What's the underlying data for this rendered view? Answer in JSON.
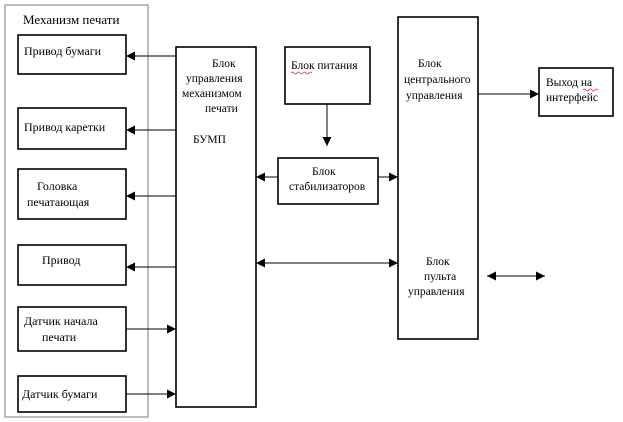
{
  "mechanism": {
    "title": "Механизм  печати",
    "items": [
      {
        "id": "paper_drive",
        "lines": [
          "Привод  бумаги"
        ]
      },
      {
        "id": "carriage_drive",
        "lines": [
          "Привод  каретки"
        ]
      },
      {
        "id": "print_head",
        "lines": [
          "Головка",
          "печатающая"
        ]
      },
      {
        "id": "drive",
        "lines": [
          "Привод"
        ]
      },
      {
        "id": "print_start_sensor",
        "lines": [
          "Датчик  начала",
          "печати"
        ]
      },
      {
        "id": "paper_sensor",
        "lines": [
          "Датчик  бумаги"
        ]
      }
    ]
  },
  "bump": {
    "lines": [
      "Блок",
      "управления",
      "механизмом",
      "печати"
    ],
    "abbr": "БУМП"
  },
  "power": {
    "lines": [
      "Блок  питания"
    ]
  },
  "stabilizers": {
    "lines": [
      "Блок",
      "стабилизаторов"
    ]
  },
  "cpu": {
    "lines": [
      "Блок",
      "центрального",
      "управления"
    ]
  },
  "console": {
    "lines": [
      "Блок",
      "пульта",
      "управления"
    ]
  },
  "interface": {
    "lines": [
      "Выход на",
      "интерфейс"
    ]
  }
}
